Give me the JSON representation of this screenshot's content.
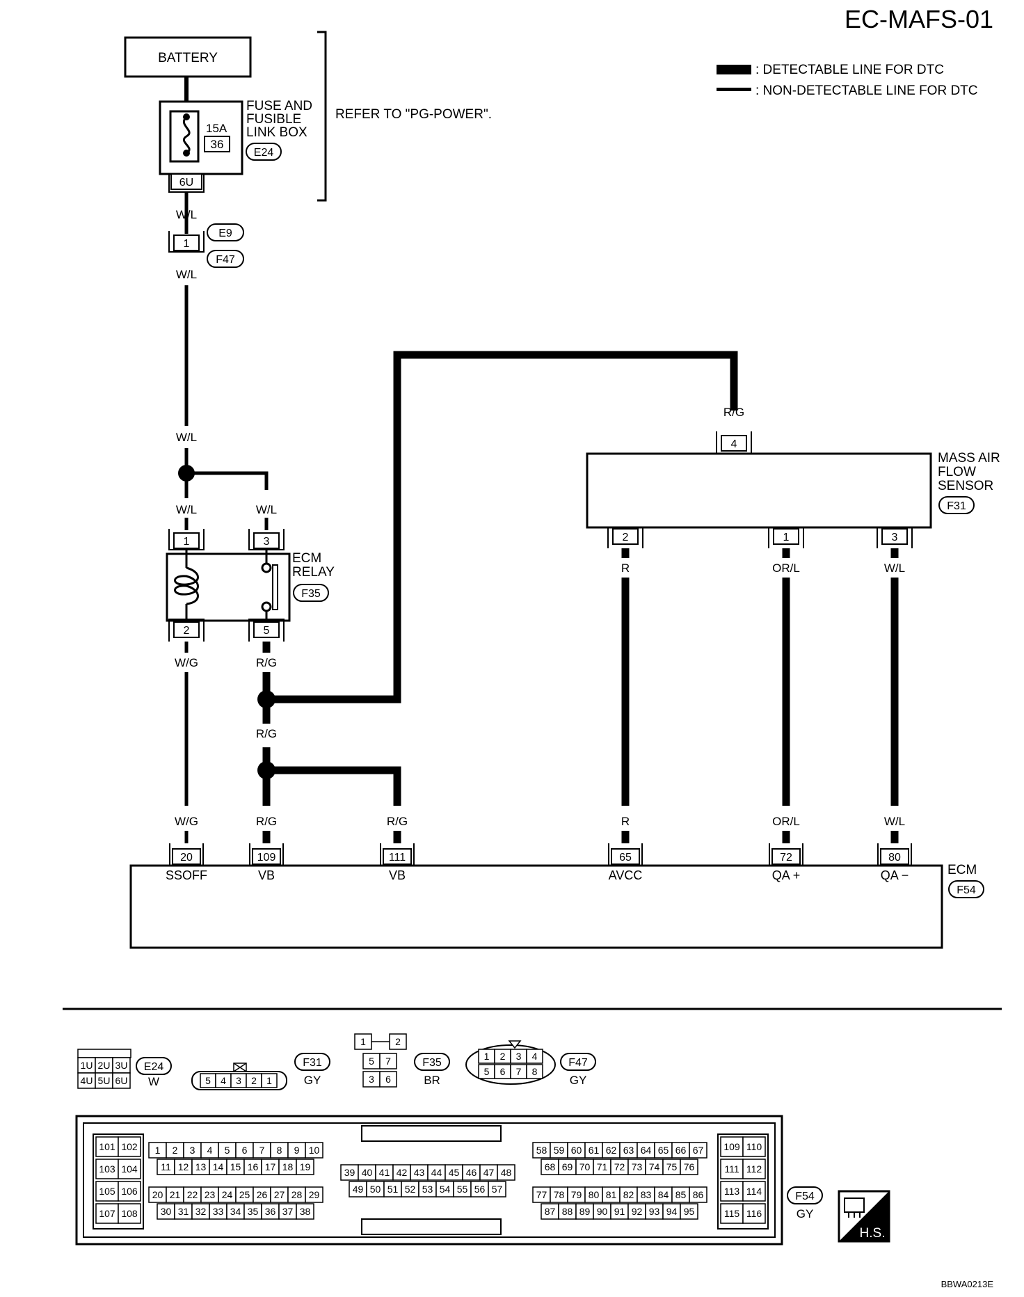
{
  "page_title": "EC-MAFS-01",
  "legend": {
    "detectable": ": DETECTABLE LINE FOR DTC",
    "non_detectable": ": NON-DETECTABLE LINE FOR DTC"
  },
  "battery": "BATTERY",
  "fuse_box": {
    "label_lines": [
      "FUSE AND",
      "FUSIBLE",
      "LINK BOX"
    ],
    "amp": "15A",
    "number": "36",
    "connector": "E24",
    "terminal": "6U"
  },
  "refer_note": "REFER TO \"PG-POWER\".",
  "joint": {
    "terminal": "1",
    "connector_top": "E9",
    "connector_bottom": "F47"
  },
  "wire_colors": {
    "wl": "W/L",
    "wg": "W/G",
    "rg": "R/G",
    "r": "R",
    "orl": "OR/L"
  },
  "ecm_relay": {
    "label_lines": [
      "ECM",
      "RELAY"
    ],
    "connector": "F35",
    "terminals": {
      "t1": "1",
      "t3": "3",
      "t2": "2",
      "t5": "5"
    }
  },
  "maf_sensor": {
    "label_lines": [
      "MASS AIR",
      "FLOW",
      "SENSOR"
    ],
    "connector": "F31",
    "terminals": {
      "t4": "4",
      "t2": "2",
      "t1": "1",
      "t3": "3"
    }
  },
  "ecm": {
    "label": "ECM",
    "connector": "F54",
    "pins": [
      {
        "num": "20",
        "signal": "SSOFF"
      },
      {
        "num": "109",
        "signal": "VB"
      },
      {
        "num": "111",
        "signal": "VB"
      },
      {
        "num": "65",
        "signal": "AVCC"
      },
      {
        "num": "72",
        "signal": "QA +"
      },
      {
        "num": "80",
        "signal": "QA −"
      }
    ]
  },
  "connector_views": {
    "e24": {
      "name": "E24",
      "color": "W",
      "top": [
        "1U",
        "2U",
        "3U"
      ],
      "bottom": [
        "4U",
        "5U",
        "6U"
      ]
    },
    "f31": {
      "name": "F31",
      "color": "GY",
      "pins": [
        "5",
        "4",
        "3",
        "2",
        "1"
      ]
    },
    "f35": {
      "name": "F35",
      "color": "BR",
      "rows": [
        [
          "1",
          "2"
        ],
        [
          "5",
          "7"
        ],
        [
          "3",
          "6"
        ]
      ]
    },
    "f47": {
      "name": "F47",
      "color": "GY",
      "top": [
        "1",
        "2",
        "3",
        "4"
      ],
      "bottom": [
        "5",
        "6",
        "7",
        "8"
      ]
    },
    "f54": {
      "name": "F54",
      "color": "GY",
      "left_block": [
        [
          "101",
          "102"
        ],
        [
          "103",
          "104"
        ],
        [
          "105",
          "106"
        ],
        [
          "107",
          "108"
        ]
      ],
      "g1_top": [
        "1",
        "2",
        "3",
        "4",
        "5",
        "6",
        "7",
        "8",
        "9",
        "10"
      ],
      "g1_bottom": [
        "11",
        "12",
        "13",
        "14",
        "15",
        "16",
        "17",
        "18",
        "19"
      ],
      "g2_top": [
        "20",
        "21",
        "22",
        "23",
        "24",
        "25",
        "26",
        "27",
        "28",
        "29"
      ],
      "g2_bottom": [
        "30",
        "31",
        "32",
        "33",
        "34",
        "35",
        "36",
        "37",
        "38"
      ],
      "mid_top": [
        "39",
        "40",
        "41",
        "42",
        "43",
        "44",
        "45",
        "46",
        "47",
        "48"
      ],
      "mid_bottom": [
        "49",
        "50",
        "51",
        "52",
        "53",
        "54",
        "55",
        "56",
        "57"
      ],
      "g3_top": [
        "58",
        "59",
        "60",
        "61",
        "62",
        "63",
        "64",
        "65",
        "66",
        "67"
      ],
      "g3_bottom": [
        "68",
        "69",
        "70",
        "71",
        "72",
        "73",
        "74",
        "75",
        "76"
      ],
      "g4_top": [
        "77",
        "78",
        "79",
        "80",
        "81",
        "82",
        "83",
        "84",
        "85",
        "86"
      ],
      "g4_bottom": [
        "87",
        "88",
        "89",
        "90",
        "91",
        "92",
        "93",
        "94",
        "95"
      ],
      "right_block": [
        [
          "109",
          "110"
        ],
        [
          "111",
          "112"
        ],
        [
          "113",
          "114"
        ],
        [
          "115",
          "116"
        ]
      ]
    }
  },
  "hs_label": "H.S.",
  "figure_code": "BBWA0213E"
}
